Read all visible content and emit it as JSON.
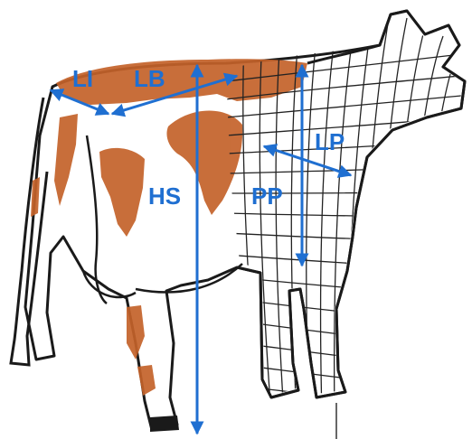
{
  "figure": {
    "colors": {
      "measure": "#1f6fd1",
      "outline": "#1a1a1a",
      "coat": "#c4622a",
      "grid": "#222222"
    },
    "labels": {
      "li": "LI",
      "lb": "LB",
      "hs": "HS",
      "pp": "PP",
      "lp": "LP"
    }
  }
}
